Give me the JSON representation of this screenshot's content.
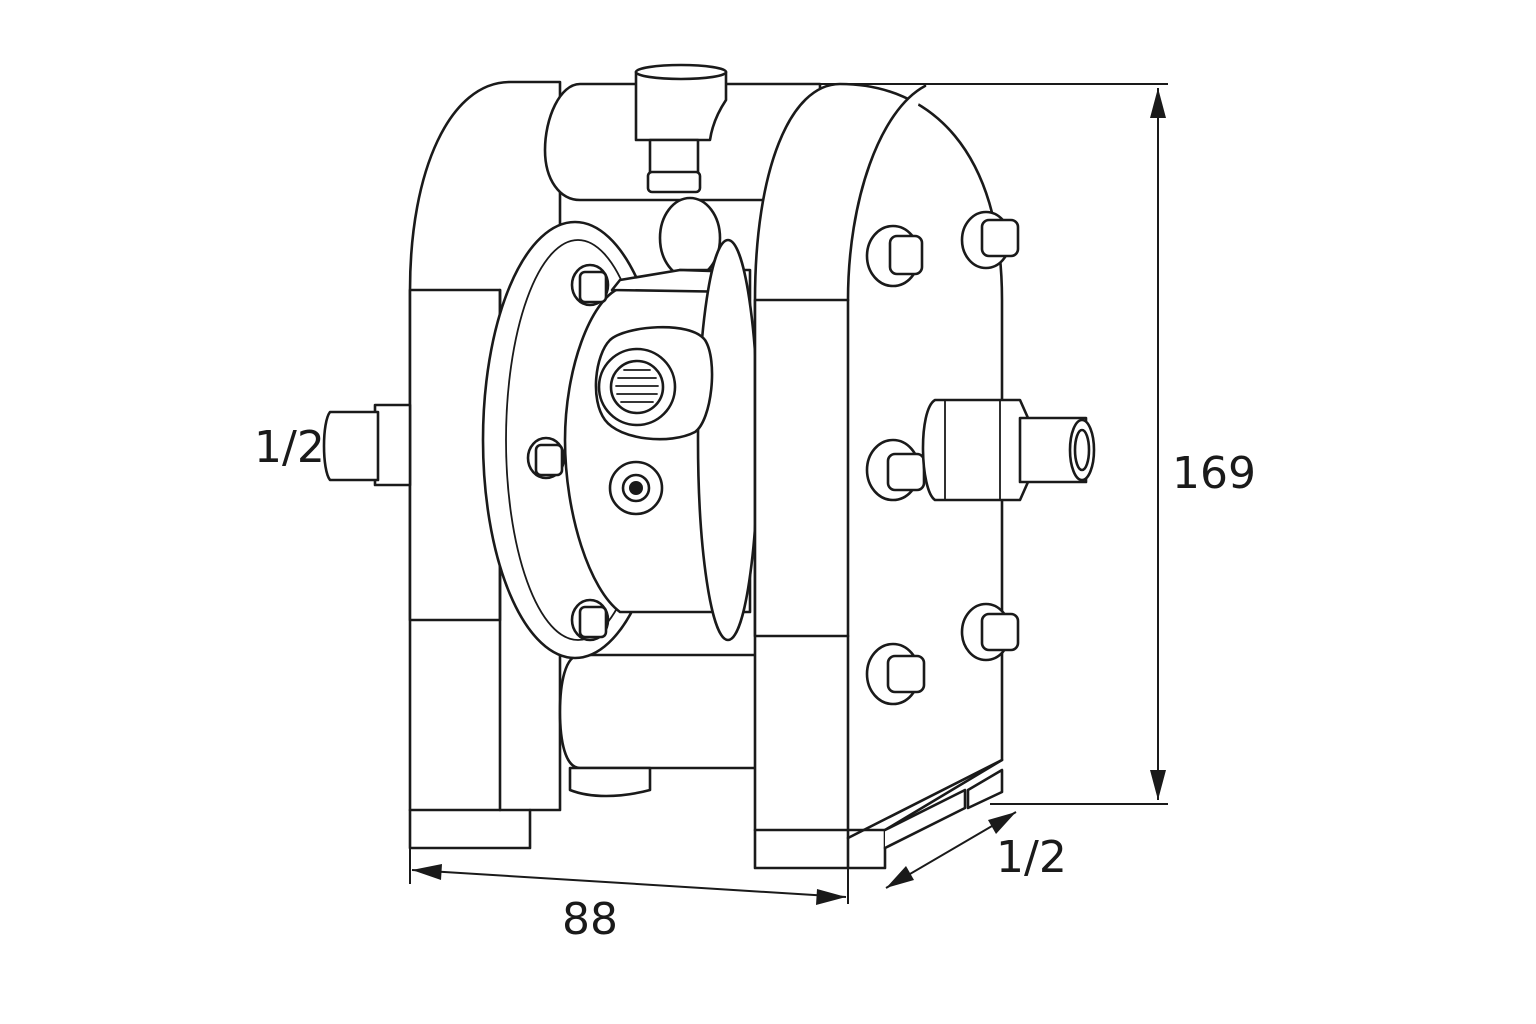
{
  "dimensions": {
    "height": "169",
    "width": "88",
    "left_port": "1/2",
    "bottom_port": "1/2"
  },
  "colors": {
    "line": "#1a1a1a",
    "background": "#ffffff"
  }
}
